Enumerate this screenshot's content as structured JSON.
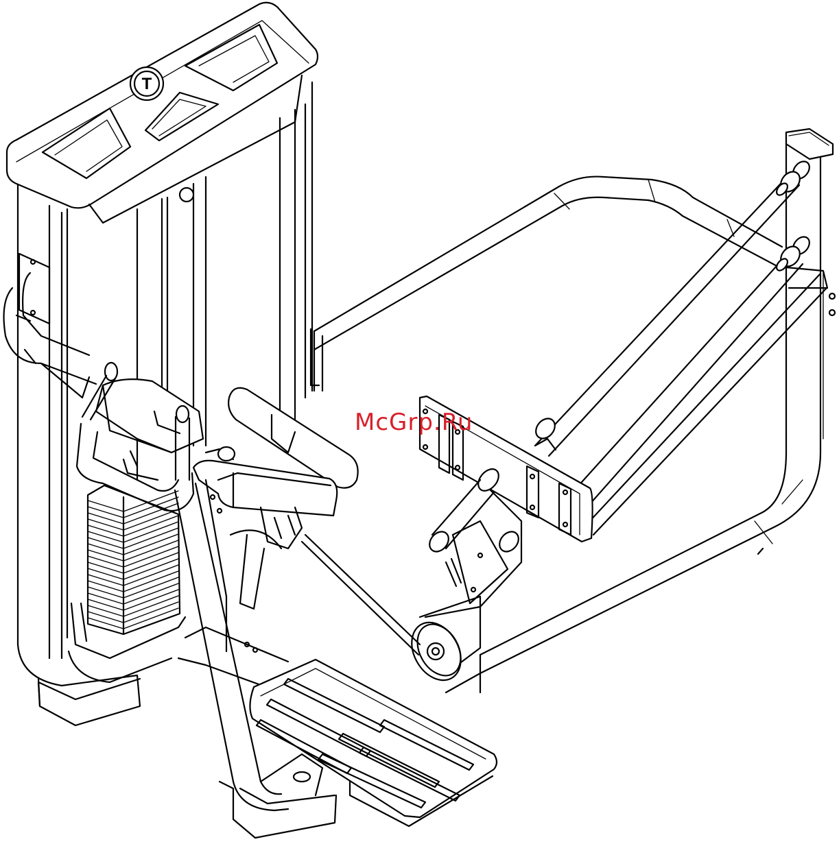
{
  "watermark": {
    "text": "McGrp.Ru",
    "color": "#d8202a"
  },
  "drawing": {
    "subject": "seated-row-machine",
    "line_color": "#000000",
    "background": "#ffffff",
    "logo_letter": "T"
  }
}
